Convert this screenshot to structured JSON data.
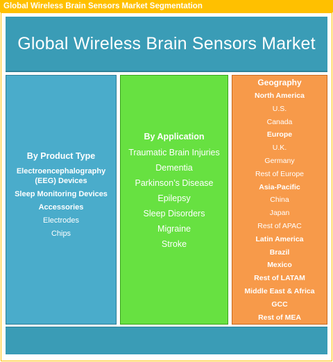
{
  "top_bar": {
    "title": "Global Wireless Brain Sensors Market Segmentation"
  },
  "header": {
    "title": "Global Wireless Brain Sensors Market"
  },
  "product_type": {
    "title": "By Product Type",
    "items": [
      {
        "label": "Electroencephalography (EEG) Devices",
        "bold": true
      },
      {
        "label": "Sleep Monitoring Devices",
        "bold": true
      },
      {
        "label": "Accessories",
        "bold": true
      },
      {
        "label": "Electrodes",
        "bold": false
      },
      {
        "label": "Chips",
        "bold": false
      }
    ]
  },
  "application": {
    "title": "By Application",
    "items": [
      "Traumatic Brain Injuries",
      "Dementia",
      "Parkinson’s Disease",
      "Epilepsy",
      "Sleep Disorders",
      "Migraine",
      "Stroke"
    ]
  },
  "geography": {
    "title": "Geography",
    "items": [
      {
        "label": "North America",
        "bold": true
      },
      {
        "label": "U.S.",
        "bold": false
      },
      {
        "label": "Canada",
        "bold": false
      },
      {
        "label": "Europe",
        "bold": true
      },
      {
        "label": "U.K.",
        "bold": false
      },
      {
        "label": "Germany",
        "bold": false
      },
      {
        "label": "Rest of Europe",
        "bold": false
      },
      {
        "label": "Asia-Pacific",
        "bold": true
      },
      {
        "label": "China",
        "bold": false
      },
      {
        "label": "Japan",
        "bold": false
      },
      {
        "label": "Rest of APAC",
        "bold": false
      },
      {
        "label": "Latin America",
        "bold": true
      },
      {
        "label": "Brazil",
        "bold": true
      },
      {
        "label": "Mexico",
        "bold": true
      },
      {
        "label": "Rest of LATAM",
        "bold": true
      },
      {
        "label": "Middle East & Africa",
        "bold": true
      },
      {
        "label": "GCC",
        "bold": true
      },
      {
        "label": "Rest of MEA",
        "bold": true
      }
    ]
  },
  "colors": {
    "top_bar": "#ffc000",
    "header": "#3a9cb6",
    "product_type": "#4aaccb",
    "application": "#67e141",
    "geography": "#f79a4a"
  }
}
